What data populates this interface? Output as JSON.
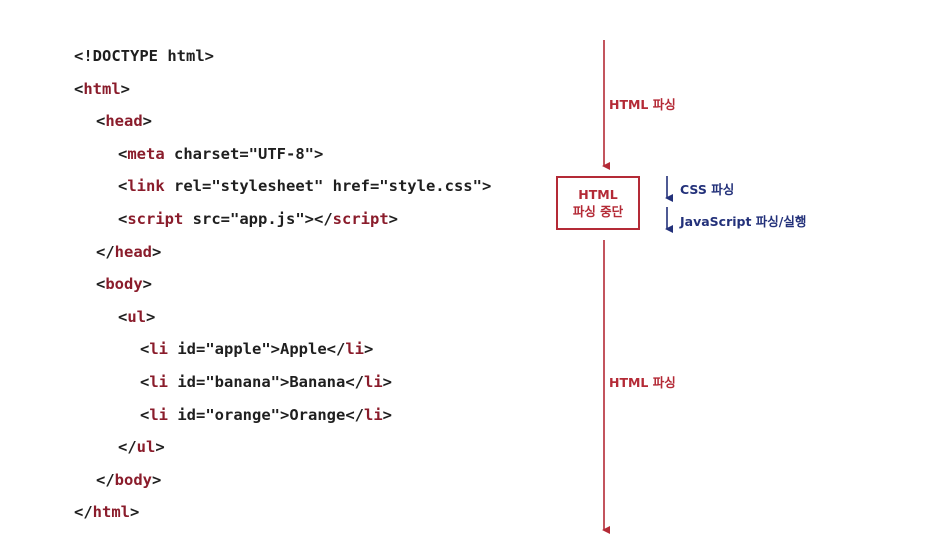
{
  "code": {
    "lines": [
      {
        "indent": 0,
        "parts": [
          {
            "t": "<!DOCTYPE html>",
            "k": "text"
          }
        ]
      },
      {
        "indent": 0,
        "parts": [
          {
            "t": "<",
            "k": "text"
          },
          {
            "t": "html",
            "k": "tag"
          },
          {
            "t": ">",
            "k": "text"
          }
        ]
      },
      {
        "indent": 1,
        "parts": [
          {
            "t": "<",
            "k": "text"
          },
          {
            "t": "head",
            "k": "tag"
          },
          {
            "t": ">",
            "k": "text"
          }
        ]
      },
      {
        "indent": 2,
        "parts": [
          {
            "t": "<",
            "k": "text"
          },
          {
            "t": "meta",
            "k": "tag"
          },
          {
            "t": " charset=\"UTF-8\">",
            "k": "text"
          }
        ]
      },
      {
        "indent": 2,
        "parts": [
          {
            "t": "<",
            "k": "text"
          },
          {
            "t": "link",
            "k": "tag"
          },
          {
            "t": " rel=\"stylesheet\" href=\"style.css\">",
            "k": "text"
          }
        ]
      },
      {
        "indent": 2,
        "parts": [
          {
            "t": "<",
            "k": "text"
          },
          {
            "t": "script",
            "k": "tag"
          },
          {
            "t": " src=\"app.js\"></",
            "k": "text"
          },
          {
            "t": "script",
            "k": "tag"
          },
          {
            "t": ">",
            "k": "text"
          }
        ]
      },
      {
        "indent": 1,
        "parts": [
          {
            "t": "</",
            "k": "text"
          },
          {
            "t": "head",
            "k": "tag"
          },
          {
            "t": ">",
            "k": "text"
          }
        ]
      },
      {
        "indent": 1,
        "parts": [
          {
            "t": "<",
            "k": "text"
          },
          {
            "t": "body",
            "k": "tag"
          },
          {
            "t": ">",
            "k": "text"
          }
        ]
      },
      {
        "indent": 2,
        "parts": [
          {
            "t": "<",
            "k": "text"
          },
          {
            "t": "ul",
            "k": "tag"
          },
          {
            "t": ">",
            "k": "text"
          }
        ]
      },
      {
        "indent": 3,
        "parts": [
          {
            "t": "<",
            "k": "text"
          },
          {
            "t": "li",
            "k": "tag"
          },
          {
            "t": " id=\"apple\">Apple</",
            "k": "text"
          },
          {
            "t": "li",
            "k": "tag"
          },
          {
            "t": ">",
            "k": "text"
          }
        ]
      },
      {
        "indent": 3,
        "parts": [
          {
            "t": "<",
            "k": "text"
          },
          {
            "t": "li",
            "k": "tag"
          },
          {
            "t": " id=\"banana\">Banana</",
            "k": "text"
          },
          {
            "t": "li",
            "k": "tag"
          },
          {
            "t": ">",
            "k": "text"
          }
        ]
      },
      {
        "indent": 3,
        "parts": [
          {
            "t": "<",
            "k": "text"
          },
          {
            "t": "li",
            "k": "tag"
          },
          {
            "t": " id=\"orange\">Orange</",
            "k": "text"
          },
          {
            "t": "li",
            "k": "tag"
          },
          {
            "t": ">",
            "k": "text"
          }
        ]
      },
      {
        "indent": 2,
        "parts": [
          {
            "t": "</",
            "k": "text"
          },
          {
            "t": "ul",
            "k": "tag"
          },
          {
            "t": ">",
            "k": "text"
          }
        ]
      },
      {
        "indent": 1,
        "parts": [
          {
            "t": "</",
            "k": "text"
          },
          {
            "t": "body",
            "k": "tag"
          },
          {
            "t": ">",
            "k": "text"
          }
        ]
      },
      {
        "indent": 0,
        "parts": [
          {
            "t": "</",
            "k": "text"
          },
          {
            "t": "html",
            "k": "tag"
          },
          {
            "t": ">",
            "k": "text"
          }
        ]
      }
    ]
  },
  "annotations": {
    "html_parse_top": "HTML 파싱",
    "html_parse_bottom": "HTML 파싱",
    "stop_box_line1": "HTML",
    "stop_box_line2": "파싱 중단",
    "css_parse": "CSS 파싱",
    "js_parse": "JavaScript 파싱/실행"
  },
  "colors": {
    "tag": "#8a1c2b",
    "text": "#1f1f1f",
    "red": "#b42a36",
    "blue": "#23317a"
  }
}
